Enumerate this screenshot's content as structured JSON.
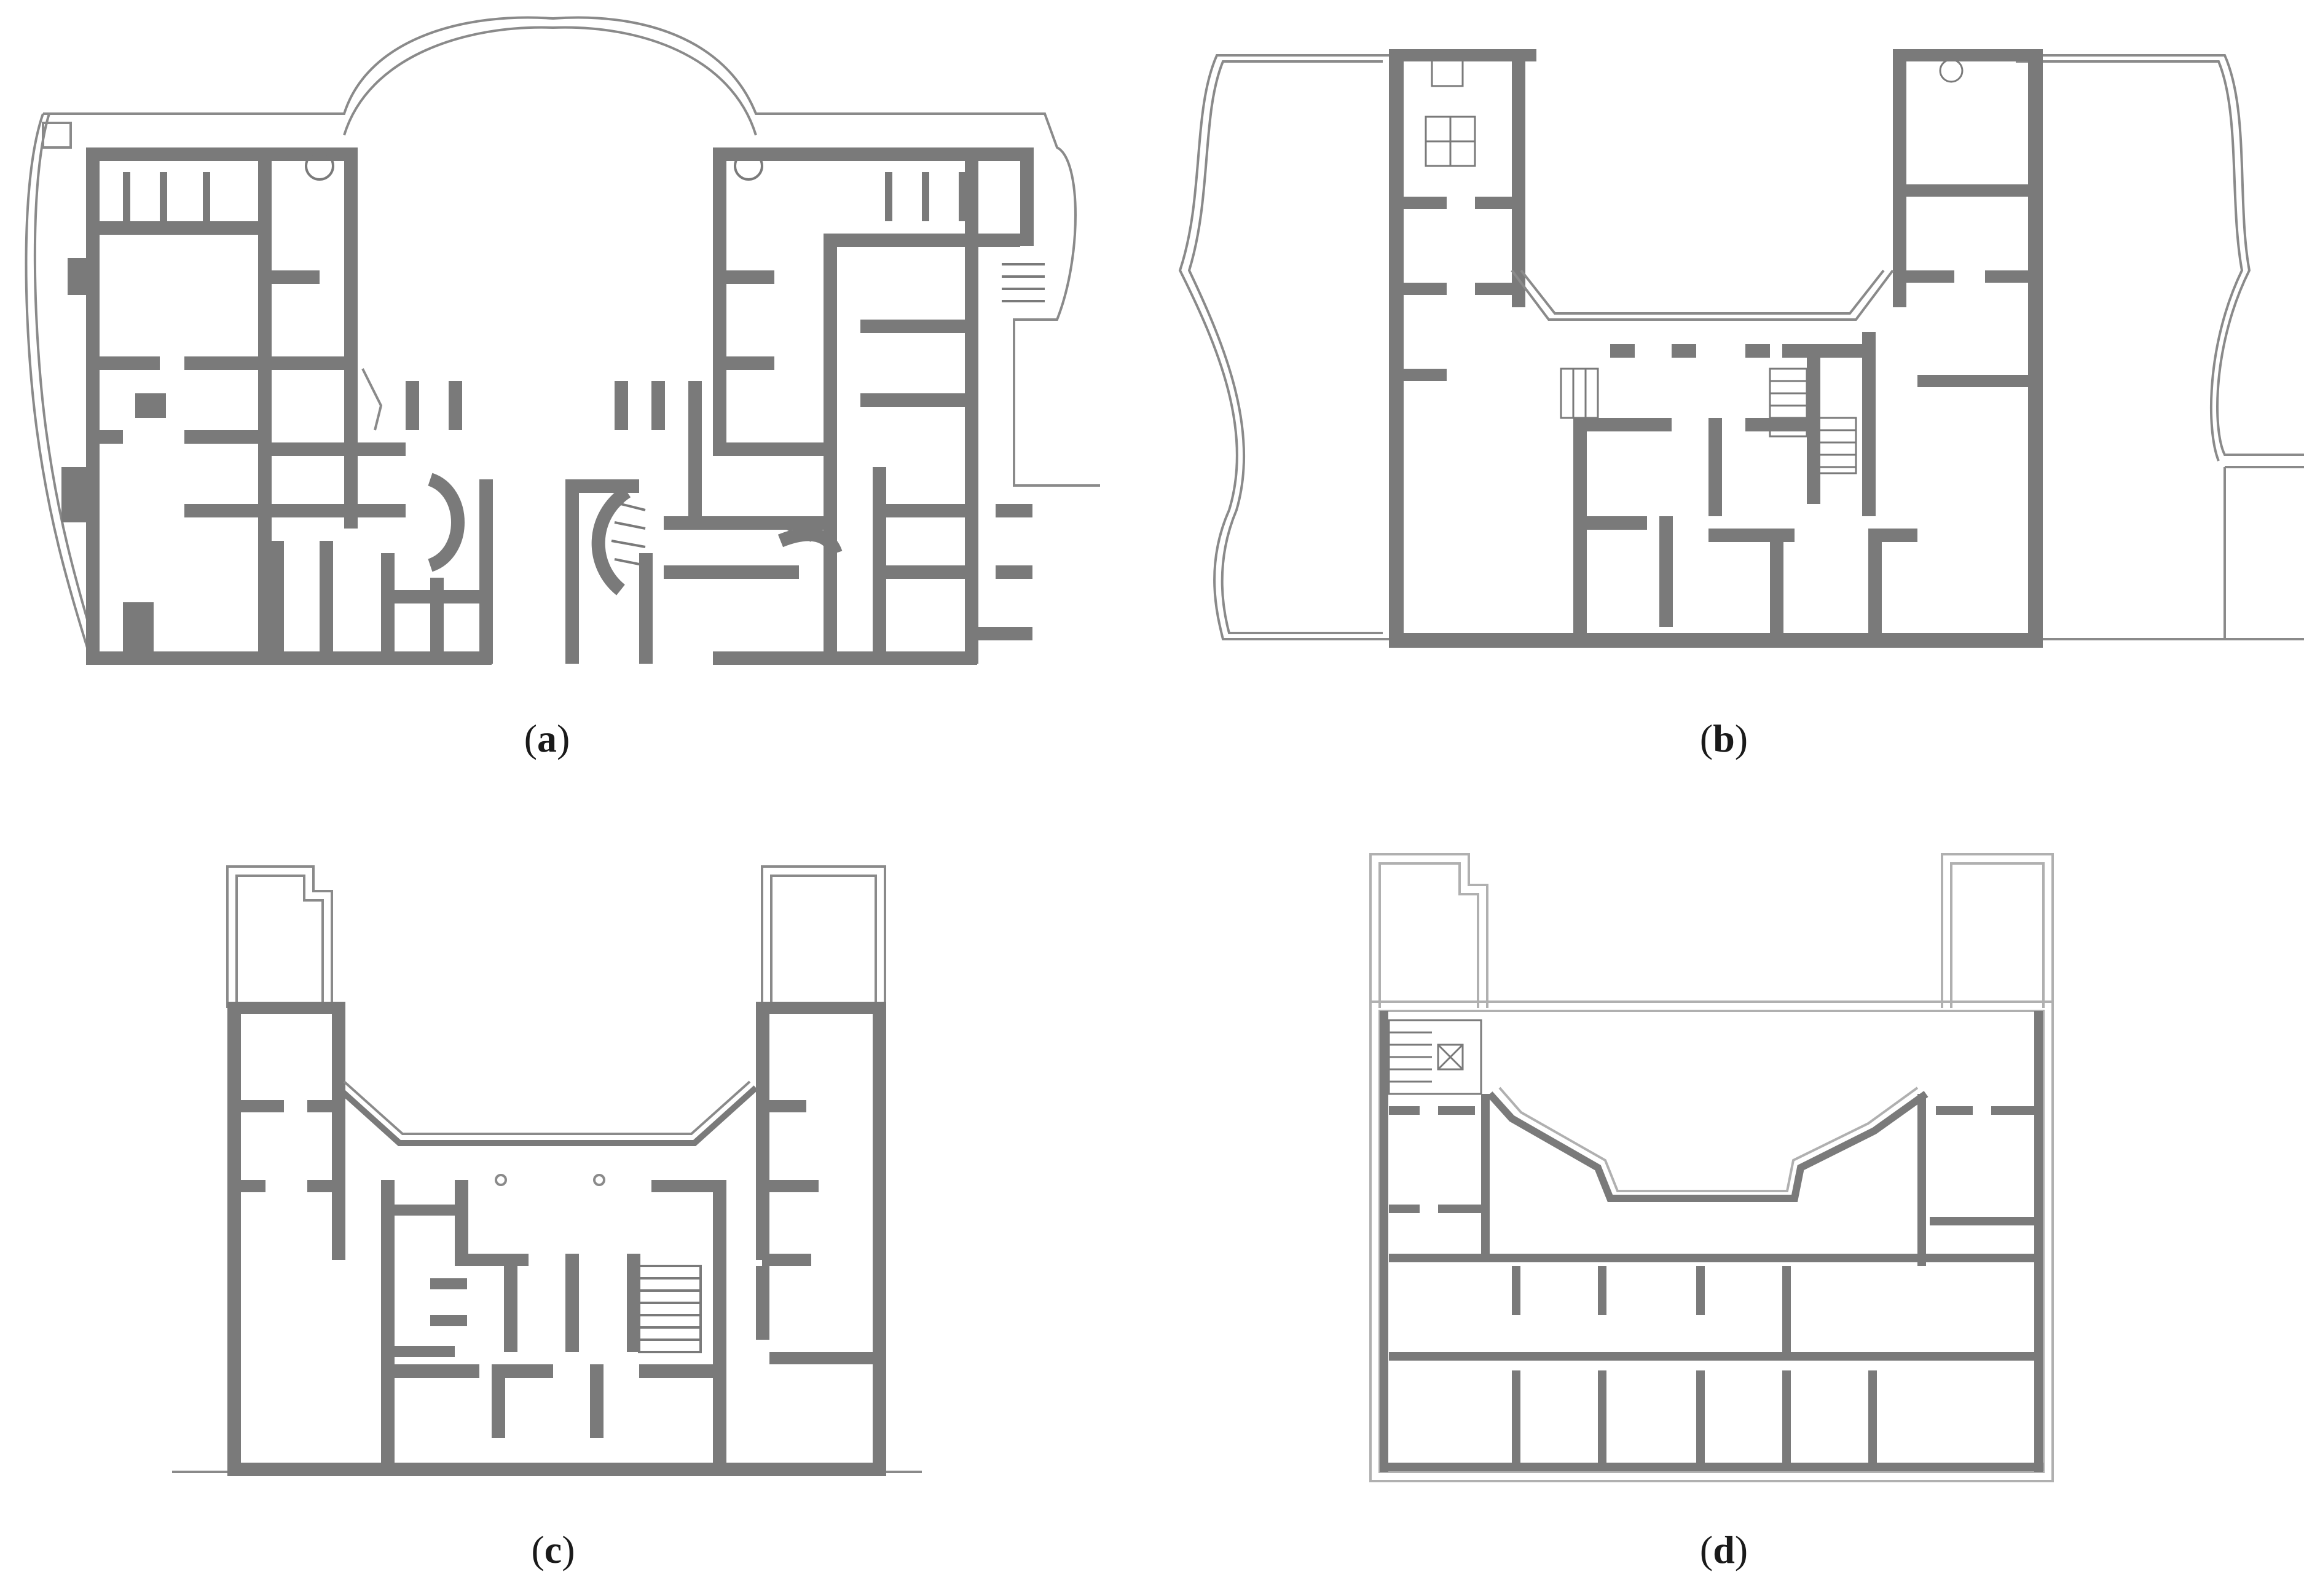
{
  "figure": {
    "panels": [
      {
        "id": "a",
        "label": "a"
      },
      {
        "id": "b",
        "label": "b"
      },
      {
        "id": "c",
        "label": "c"
      },
      {
        "id": "d",
        "label": "d"
      }
    ]
  },
  "colors": {
    "wall_fill": "#7a7a7a",
    "outline": "#8a8a8a",
    "light_outline": "#b0b0b0",
    "background": "#ffffff"
  }
}
